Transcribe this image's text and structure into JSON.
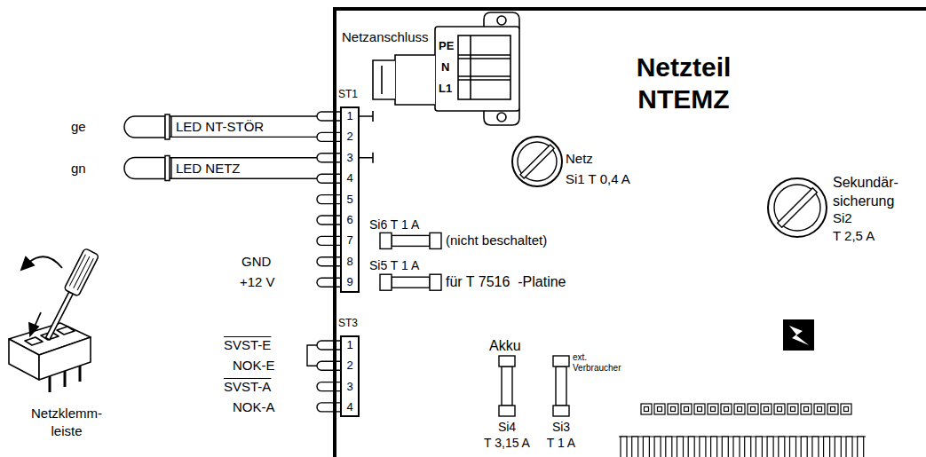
{
  "diagram": {
    "nodes": [
      {
        "text": [
          "Netzteil NTEMZ"
        ]
      },
      {
        "text": [
          "ST1"
        ],
        "in": 0
      },
      {
        "text": [
          "ST3"
        ],
        "in": 0
      }
    ],
    "labels": [
      "Netzanschluss",
      "PE",
      "N",
      "L1",
      "ge",
      "LED NT-STÖR",
      "gn",
      "LED NETZ",
      "1",
      "2",
      "3",
      "4",
      "5",
      "6",
      "7",
      "8",
      "9",
      "Netz",
      "Si1 T 0,4 A",
      "Sekundär- sicherung",
      "Si2",
      "T 2,5 A",
      "Si6 T 1 A",
      "(nicht beschaltet)",
      "Si5 T 1 A",
      "für T 7516  -Platine",
      "GND",
      "+12 V",
      "Netzklemm- leiste",
      "1",
      "2",
      "3",
      "4",
      "SVST-E",
      "NOK-E",
      "SVST-A",
      "NOK-A",
      "Akku",
      "ext. Verbraucher",
      "Si4",
      "T 3,15 A",
      "Si3",
      "T 1 A"
    ]
  }
}
